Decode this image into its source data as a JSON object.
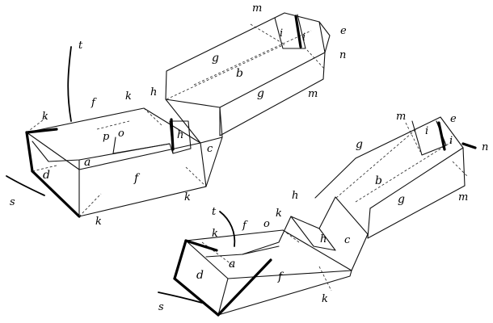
{
  "figure": {
    "upper_box_labels": {
      "t": "t",
      "k1": "k",
      "f1": "f",
      "k2": "k",
      "h1": "h",
      "p": "p",
      "o": "o",
      "h2": "h",
      "d": "d",
      "a": "a",
      "f2": "f",
      "c": "c",
      "k3": "k",
      "k4": "k",
      "s": "s",
      "g1": "g",
      "b": "b",
      "g2": "g",
      "m1": "m",
      "i1": "i",
      "i2": "i",
      "e": "e",
      "n": "n",
      "m2": "m"
    },
    "lower_box_labels": {
      "m1": "m",
      "e": "e",
      "i1": "i",
      "i2": "i",
      "n": "n",
      "g1": "g",
      "b": "b",
      "g2": "g",
      "m2": "m",
      "h1": "h",
      "t": "t",
      "k1": "k",
      "f1": "f",
      "o": "o",
      "k2": "k",
      "h2": "h",
      "c": "c",
      "a": "a",
      "d": "d",
      "f2": "f",
      "s": "s",
      "k3": "k"
    }
  }
}
